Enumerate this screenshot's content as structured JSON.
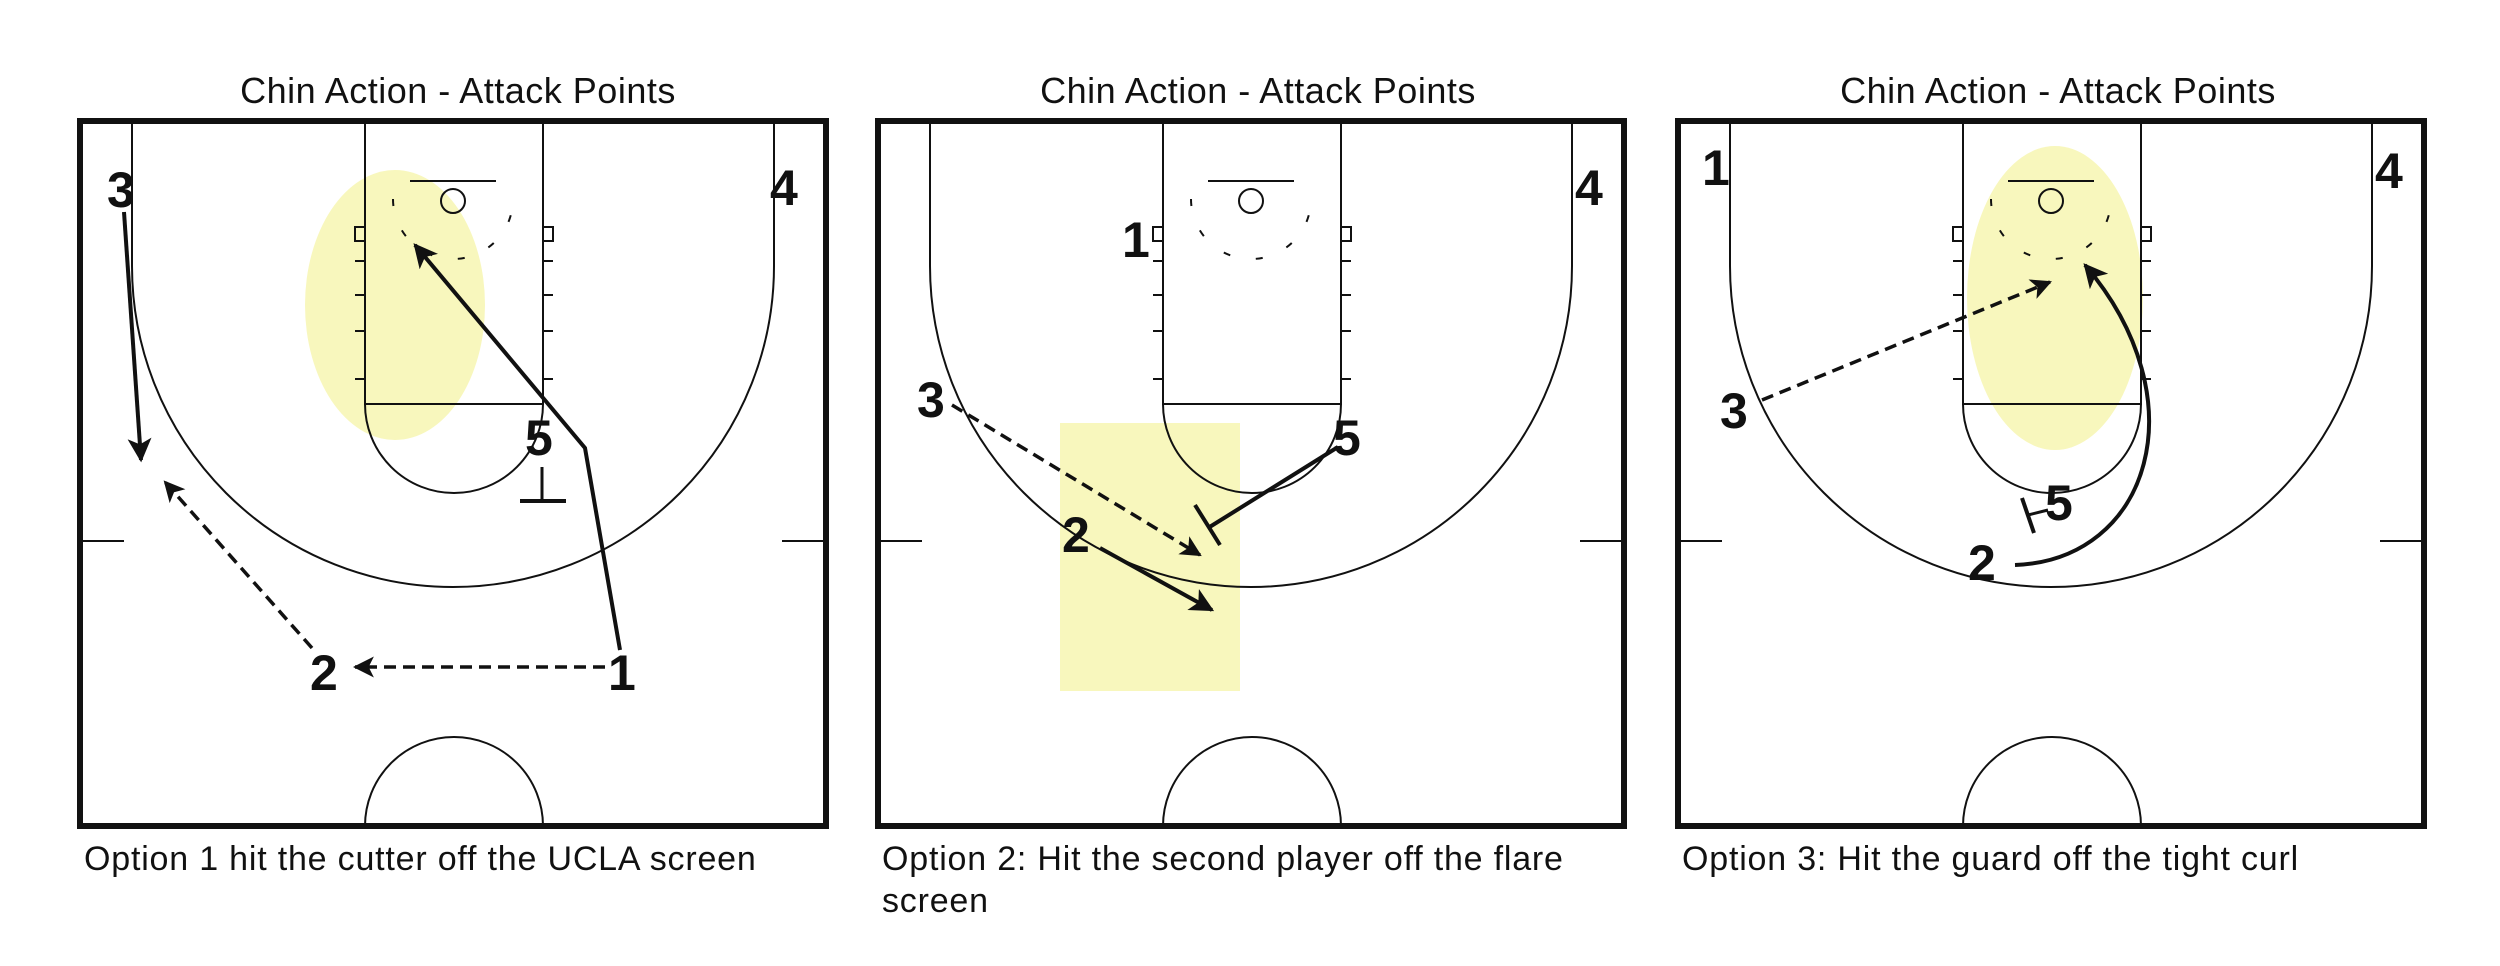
{
  "diagrams": [
    {
      "title": "Chin Action -  Attack Points",
      "caption": "Option 1 hit the cutter off the UCLA screen",
      "players": [
        "3",
        "4",
        "5",
        "2",
        "1"
      ]
    },
    {
      "title": "Chin Action -  Attack Points",
      "caption": "Option 2: Hit the second player off the flare screen",
      "players": [
        "1",
        "4",
        "3",
        "5",
        "2"
      ]
    },
    {
      "title": "Chin Action -  Attack Points",
      "caption": "Option 3: Hit the guard off the tight curl",
      "players": [
        "1",
        "4",
        "3",
        "5",
        "2"
      ]
    }
  ],
  "colors": {
    "highlight": "#f8f7bd",
    "lines": "#111111"
  }
}
